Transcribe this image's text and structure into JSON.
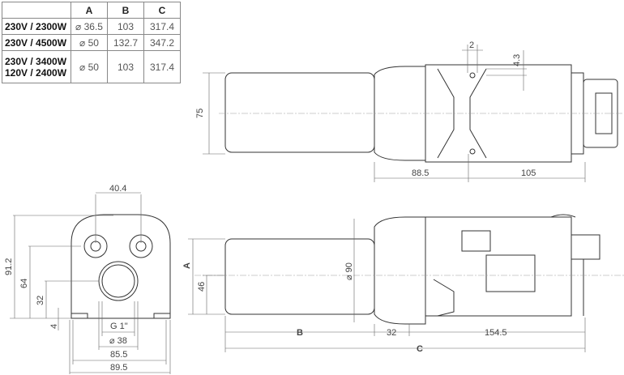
{
  "table": {
    "headers": [
      "",
      "A",
      "B",
      "C"
    ],
    "rows": [
      {
        "label": [
          "230V / 2300W"
        ],
        "A": "⌀ 36.5",
        "B": "103",
        "C": "317.4"
      },
      {
        "label": [
          "230V / 4500W"
        ],
        "A": "⌀ 50",
        "B": "132.7",
        "C": "347.2"
      },
      {
        "label": [
          "230V / 3400W",
          "120V / 2400W"
        ],
        "A": "⌀ 50",
        "B": "103",
        "C": "317.4"
      }
    ]
  },
  "top_view": {
    "dims": {
      "height": "75",
      "d1": "88.5",
      "d2": "105",
      "small1": "2",
      "small2": "4.3"
    }
  },
  "front_view": {
    "dims": {
      "top_width": "40.4",
      "height": "91.2",
      "h64": "64",
      "h32": "32",
      "h4": "4",
      "thread": "G 1\"",
      "bore": "⌀ 38",
      "w1": "85.5",
      "w2": "89.5"
    }
  },
  "side_view": {
    "dims": {
      "A": "A",
      "h46": "46",
      "dia": "⌀ 90",
      "B": "B",
      "d32": "32",
      "d154": "154.5",
      "C": "C"
    }
  }
}
